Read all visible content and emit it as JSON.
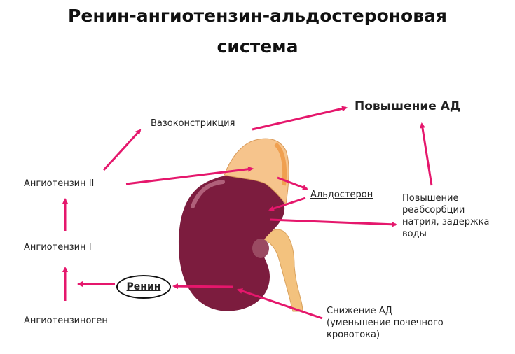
{
  "title": {
    "line1": "Ренин-ангиотензин-альдостероновая",
    "line2": "система"
  },
  "labels": {
    "vasoconstriction": "Вазоконстрикция",
    "bp_increase": "Повышение АД",
    "angiotensin2": "Ангиотензин II",
    "aldosterone": "Альдостерон",
    "reabsorption": [
      "Повышение",
      "реабсорбции",
      "натрия, задержка",
      "воды"
    ],
    "angiotensin1": "Ангиотензин I",
    "renin": "Ренин",
    "angiotensinogen": "Ангиотензиноген",
    "bp_decrease": [
      "Снижение АД",
      "(уменьшение почечного",
      "кровотока)"
    ]
  },
  "colors": {
    "arrow": "#e5176c",
    "kidney": "#7c1c3e",
    "adrenal": "#f6c48c",
    "ureter": "#f3c27e"
  }
}
